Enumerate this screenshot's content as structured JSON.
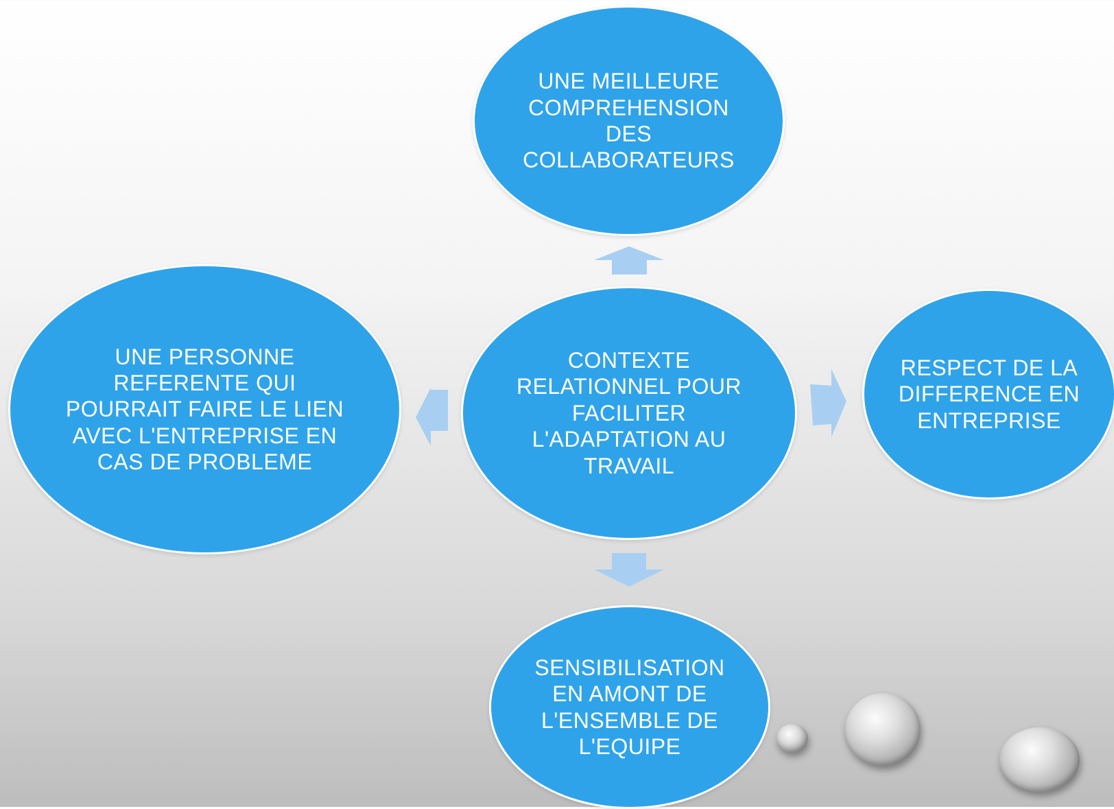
{
  "diagram": {
    "center": "CONTEXTE\nRELATIONNEL POUR\nFACILITER\nL'ADAPTATION AU\nTRAVAIL",
    "top": "UNE MEILLEURE\nCOMPREHENSION\nDES\nCOLLABORATEURS",
    "left": "UNE PERSONNE\nREFERENTE QUI\nPOURRAIT FAIRE LE LIEN\nAVEC L'ENTREPRISE EN\nCAS DE PROBLEME",
    "right": "RESPECT DE LA\nDIFFERENCE EN\nENTREPRISE",
    "bottom": "SENSIBILISATION\nEN AMONT DE\nL'ENSEMBLE DE\nL'EQUIPE"
  },
  "colors": {
    "node_fill": "#2fa3e9",
    "arrow_fill": "#a8cff2"
  },
  "decoration": [
    "bubble-small",
    "bubble-medium",
    "bubble-large"
  ]
}
